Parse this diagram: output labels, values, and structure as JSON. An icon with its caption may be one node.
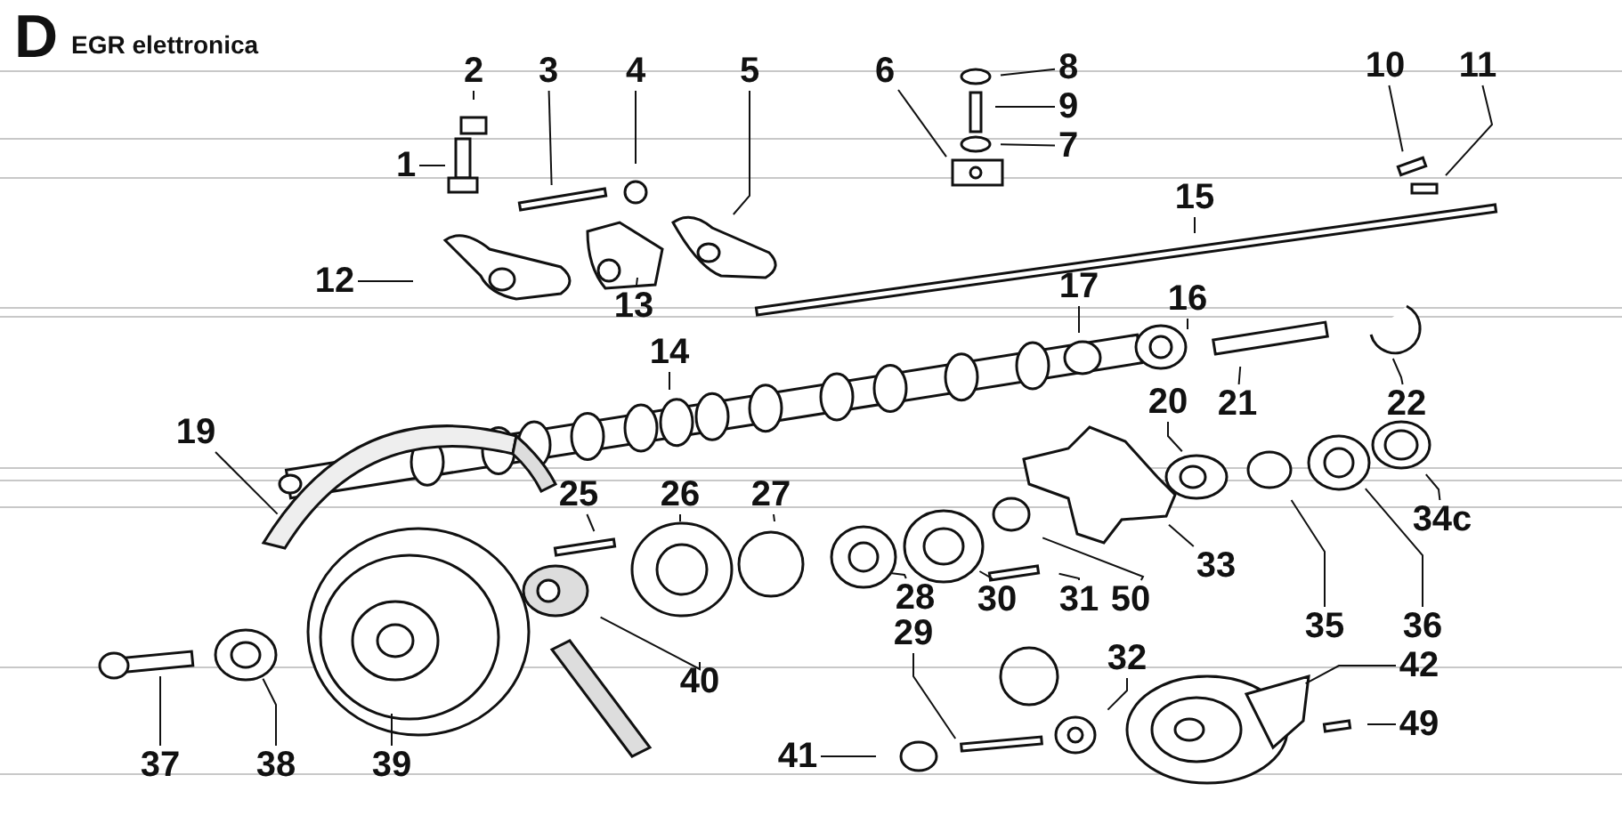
{
  "diagram": {
    "nodes": [
      {
        "text": [
          "2"
        ]
      },
      {
        "text": [
          "3"
        ]
      },
      {
        "text": [
          "4"
        ]
      },
      {
        "text": [
          "5"
        ]
      },
      {
        "text": [
          "6"
        ]
      },
      {
        "text": [
          "8"
        ]
      },
      {
        "text": [
          "10"
        ]
      },
      {
        "text": [
          "11"
        ]
      },
      {
        "text": [
          "9"
        ]
      },
      {
        "text": [
          "1"
        ]
      },
      {
        "text": [
          "7"
        ]
      },
      {
        "text": [
          "15"
        ]
      },
      {
        "text": [
          "12"
        ]
      },
      {
        "text": [
          "13"
        ]
      },
      {
        "text": [
          "16"
        ]
      },
      {
        "text": [
          "17"
        ]
      },
      {
        "text": [
          "14"
        ]
      },
      {
        "text": [
          "20"
        ]
      },
      {
        "text": [
          "21"
        ]
      },
      {
        "text": [
          "22"
        ]
      },
      {
        "text": [
          "19"
        ]
      },
      {
        "text": [
          "25"
        ]
      },
      {
        "text": [
          "26"
        ]
      },
      {
        "text": [
          "27"
        ]
      },
      {
        "text": [
          "34c"
        ]
      },
      {
        "text": [
          "33"
        ]
      },
      {
        "text": [
          "28"
        ]
      },
      {
        "text": [
          "30"
        ]
      },
      {
        "text": [
          "31"
        ]
      },
      {
        "text": [
          "50"
        ]
      },
      {
        "text": [
          "35"
        ]
      },
      {
        "text": [
          "36"
        ]
      },
      {
        "text": [
          "29"
        ]
      },
      {
        "text": [
          "32"
        ]
      },
      {
        "text": [
          "42"
        ]
      },
      {
        "text": [
          "40"
        ]
      },
      {
        "text": [
          "49"
        ]
      },
      {
        "text": [
          "37"
        ]
      },
      {
        "text": [
          "38"
        ]
      },
      {
        "text": [
          "39"
        ]
      },
      {
        "text": [
          "41"
        ]
      }
    ],
    "edges": [
      {
        "from": 0,
        "to": null,
        "arrow": "none"
      },
      {
        "from": 1,
        "to": null,
        "arrow": "none"
      },
      {
        "from": 2,
        "to": null,
        "arrow": "none"
      },
      {
        "from": 3,
        "to": null,
        "arrow": "none"
      },
      {
        "from": 4,
        "to": null,
        "arrow": "none"
      },
      {
        "from": 5,
        "to": null,
        "arrow": "none"
      },
      {
        "from": 6,
        "to": null,
        "arrow": "none"
      },
      {
        "from": 7,
        "to": null,
        "arrow": "none"
      },
      {
        "from": 8,
        "to": null,
        "arrow": "none"
      },
      {
        "from": 9,
        "to": null,
        "arrow": "none"
      },
      {
        "from": 10,
        "to": null,
        "arrow": "none"
      },
      {
        "from": 11,
        "to": null,
        "arrow": "none"
      },
      {
        "from": 12,
        "to": null,
        "arrow": "none"
      },
      {
        "from": 13,
        "to": null,
        "arrow": "none"
      },
      {
        "from": 14,
        "to": null,
        "arrow": "none"
      },
      {
        "from": 15,
        "to": null,
        "arrow": "none"
      },
      {
        "from": 16,
        "to": null,
        "arrow": "none"
      },
      {
        "from": 17,
        "to": null,
        "arrow": "none"
      },
      {
        "from": 18,
        "to": null,
        "arrow": "none"
      },
      {
        "from": 19,
        "to": null,
        "arrow": "none"
      },
      {
        "from": 20,
        "to": null,
        "arrow": "none"
      },
      {
        "from": 21,
        "to": null,
        "arrow": "none"
      },
      {
        "from": 22,
        "to": null,
        "arrow": "none"
      },
      {
        "from": 23,
        "to": null,
        "arrow": "none"
      },
      {
        "from": 24,
        "to": null,
        "arrow": "none"
      },
      {
        "from": 25,
        "to": null,
        "arrow": "none"
      },
      {
        "from": 26,
        "to": null,
        "arrow": "none"
      },
      {
        "from": 27,
        "to": null,
        "arrow": "none"
      },
      {
        "from": 28,
        "to": null,
        "arrow": "none"
      },
      {
        "from": 29,
        "to": null,
        "arrow": "none"
      },
      {
        "from": 30,
        "to": null,
        "arrow": "none"
      },
      {
        "from": 31,
        "to": null,
        "arrow": "none"
      },
      {
        "from": 32,
        "to": null,
        "arrow": "none"
      },
      {
        "from": 33,
        "to": null,
        "arrow": "none"
      },
      {
        "from": 34,
        "to": null,
        "arrow": "none"
      },
      {
        "from": 35,
        "to": null,
        "arrow": "none"
      },
      {
        "from": 36,
        "to": null,
        "arrow": "none"
      },
      {
        "from": 37,
        "to": null,
        "arrow": "none"
      },
      {
        "from": 38,
        "to": null,
        "arrow": "none"
      },
      {
        "from": 39,
        "to": null,
        "arrow": "none"
      },
      {
        "from": 40,
        "to": null,
        "arrow": "none"
      }
    ],
    "labels": [
      "D",
      "EGR elettronica"
    ]
  }
}
